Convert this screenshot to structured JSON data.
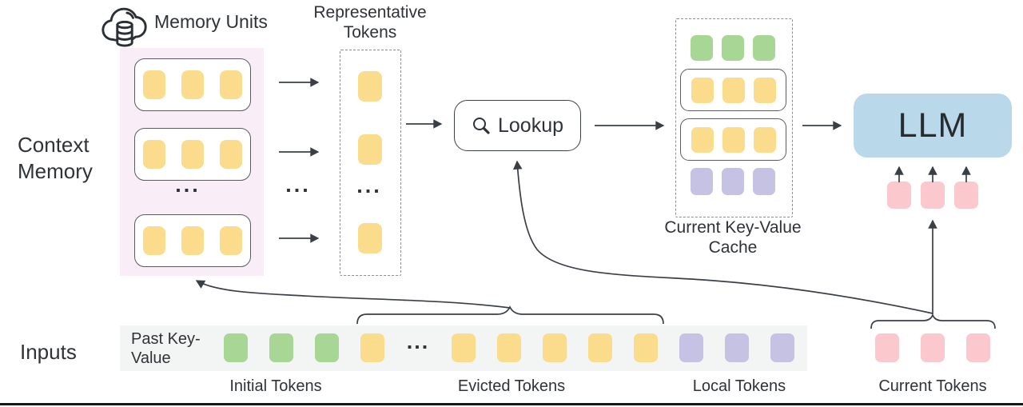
{
  "labels": {
    "memory_units": "Memory Units",
    "representative_tokens": "Representative Tokens",
    "context_memory": "Context Memory",
    "lookup": "Lookup",
    "current_kv_cache": "Current Key-Value Cache",
    "llm": "LLM",
    "inputs": "Inputs",
    "past_key_value": "Past Key-Value",
    "initial_tokens": "Initial Tokens",
    "evicted_tokens": "Evicted Tokens",
    "local_tokens": "Local Tokens",
    "current_tokens": "Current Tokens",
    "ellipsis": "..."
  },
  "token_counts": {
    "tokens_per_memory_unit": 3,
    "memory_units_visible": 3,
    "representative_tokens_visible": 3,
    "initial_tokens": 3,
    "evicted_tokens_visible": 6,
    "local_tokens": 3,
    "current_tokens": 3,
    "llm_input_tokens": 3
  },
  "colors": {
    "token_yellow": "#fbdc8d",
    "token_green": "#a8d795",
    "token_purple": "#c5c2e3",
    "token_pink": "#fbc8ce",
    "llm_blue": "#b9d9eb",
    "memory_bg": "#f9edf7",
    "strip_bg": "#f3f5f4",
    "line": "#3a3f45",
    "text": "#2f3337",
    "box_border": "#595d62",
    "dashed_border": "#8a8f94"
  }
}
